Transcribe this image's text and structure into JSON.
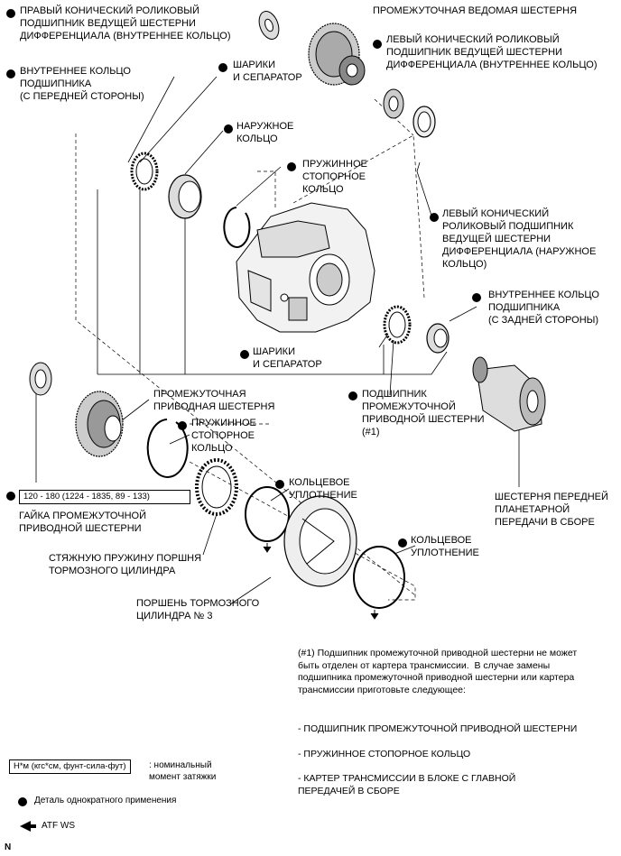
{
  "labels": {
    "right_bearing_inner": "ПРАВЫЙ КОНИЧЕСКИЙ РОЛИКОВЫЙ\nПОДШИПНИК ВЕДУЩЕЙ ШЕСТЕРНИ\nДИФФЕРЕНЦИАЛА (ВНУТРЕННЕЕ КОЛЬЦО)",
    "intermediate_driven_gear": "ПРОМЕЖУТОЧНАЯ ВЕДОМАЯ ШЕСТЕРНЯ",
    "left_bearing_inner": "ЛЕВЫЙ КОНИЧЕСКИЙ РОЛИКОВЫЙ\nПОДШИПНИК ВЕДУЩЕЙ ШЕСТЕРНИ\nДИФФЕРЕНЦИАЛА (ВНУТРЕННЕЕ КОЛЬЦО)",
    "inner_ring_front": "ВНУТРЕННЕЕ КОЛЬЦО\nПОДШИПНИКА\n(С ПЕРЕДНЕЙ СТОРОНЫ)",
    "balls_separator_top": "ШАРИКИ\nИ СЕПАРАТОР",
    "outer_ring": "НАРУЖНОЕ\nКОЛЬЦО",
    "snap_ring_top": "ПРУЖИННОЕ\nСТОПОРНОЕ\nКОЛЬЦО",
    "left_bearing_outer": "ЛЕВЫЙ КОНИЧЕСКИЙ\nРОЛИКОВЫЙ ПОДШИПНИК\nВЕДУЩЕЙ ШЕСТЕРНИ\nДИФФЕРЕНЦИАЛА (НАРУЖНОЕ\nКОЛЬЦО)",
    "inner_ring_rear": "ВНУТРЕННЕЕ КОЛЬЦО\nПОДШИПНИКА\n(С ЗАДНЕЙ СТОРОНЫ)",
    "balls_separator_mid": "ШАРИКИ\nИ СЕПАРАТОР",
    "intermediate_drive_bearing": "ПОДШИПНИК\nПРОМЕЖУТОЧНОЙ\nПРИВОДНОЙ ШЕСТЕРНИ\n(#1)",
    "intermediate_drive_gear": "ПРОМЕЖУТОЧНАЯ\nПРИВОДНАЯ ШЕСТЕРНЯ",
    "snap_ring_mid": "ПРУЖИННОЕ\nСТОПОРНОЕ\nКОЛЬЦО",
    "o_ring_1": "КОЛЬЦЕВОЕ\nУПЛОТНЕНИЕ",
    "o_ring_2": "КОЛЬЦЕВОЕ\nУПЛОТНЕНИЕ",
    "front_planetary_gear": "ШЕСТЕРНЯ ПЕРЕДНЕЙ\nПЛАНЕТАРНОЙ\nПЕРЕДАЧИ В СБОРЕ",
    "nut": "ГАЙКА ПРОМЕЖУТОЧНОЙ\nПРИВОДНОЙ ШЕСТЕРНИ",
    "piston_spring": "СТЯЖНУЮ ПРУЖИНУ ПОРШНЯ\nТОРМОЗНОГО ЦИЛИНДРА",
    "brake_piston": "ПОРШЕНЬ ТОРМОЗНОГО\nЦИЛИНДРА № 3"
  },
  "torque_spec": "120 - 180 (1224 - 1835, 89 - 133)",
  "note": "(#1) Подшипник промежуточной приводной шестерни не может\nбыть отделен от картера трансмиссии.  В случае замены\nподшипника промежуточной приводной шестерни или картера\nтрансмиссии приготовьте следующее:",
  "list_items": [
    "- ПОДШИПНИК ПРОМЕЖУТОЧНОЙ ПРИВОДНОЙ ШЕСТЕРНИ",
    "- ПРУЖИННОЕ СТОПОРНОЕ КОЛЬЦО",
    "- КАРТЕР ТРАНСМИССИИ В БЛОКЕ С ГЛАВНОЙ\nПЕРЕДАЧЕЙ В СБОРЕ"
  ],
  "legend": {
    "torque_unit": "Н*м (кгс*см, фунт-сила-фут)",
    "torque_desc": ": номинальный\nмомент затяжки",
    "single_use": "Деталь однократного применения",
    "atf": "ATF WS"
  },
  "corner_mark": "N"
}
